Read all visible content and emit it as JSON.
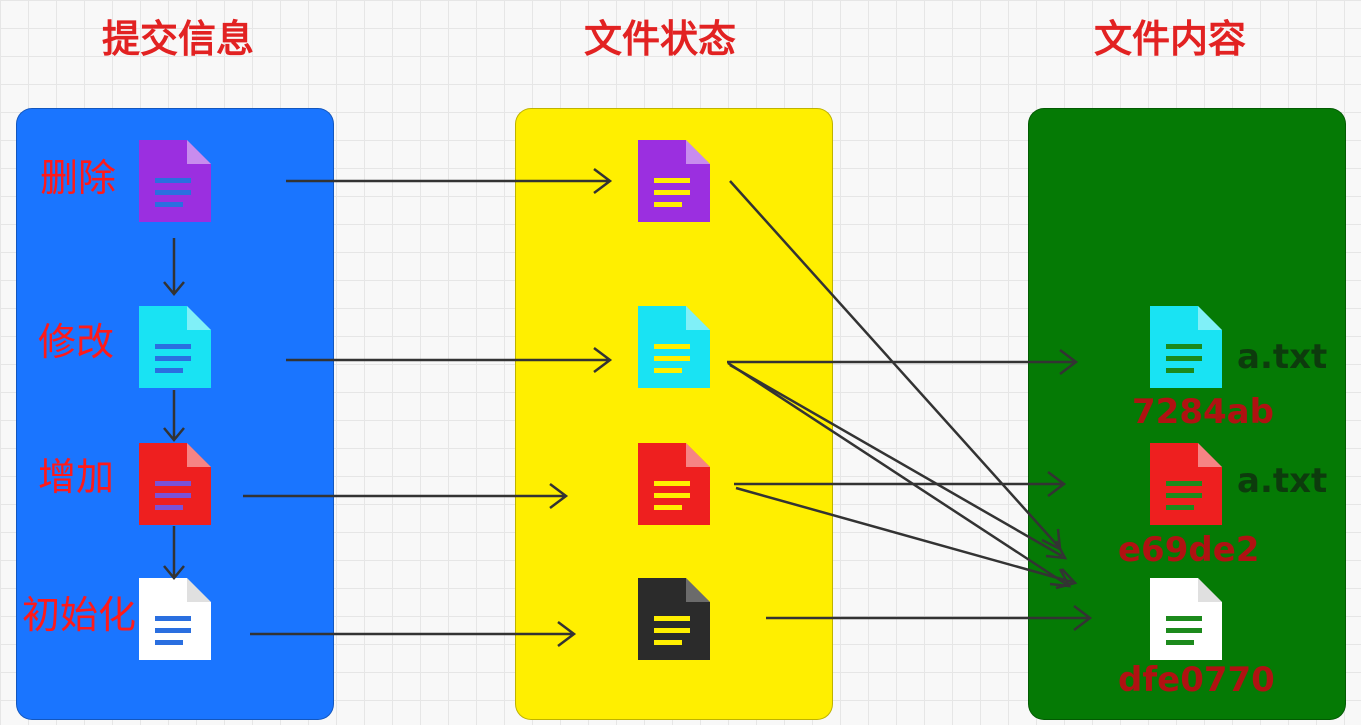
{
  "headers": {
    "commit_info": "提交信息",
    "file_state": "文件状态",
    "file_content": "文件内容"
  },
  "commits": [
    {
      "label": "删除",
      "icon": "file-icon-purple",
      "color": "#9b2fe0"
    },
    {
      "label": "修改",
      "icon": "file-icon-cyan",
      "color": "#19e3f3"
    },
    {
      "label": "增加",
      "icon": "file-icon-red",
      "color": "#ee1f1f"
    },
    {
      "label": "初始化",
      "icon": "file-icon-white",
      "color": "#ffffff"
    }
  ],
  "contents": [
    {
      "name": "a.txt",
      "hash": "7284ab",
      "color": "#19e3f3"
    },
    {
      "name": "a.txt",
      "hash": "e69de2",
      "color": "#ee1f1f"
    },
    {
      "name": "",
      "hash": "dfe0770",
      "color": "#ffffff"
    }
  ],
  "colors": {
    "commit_panel": "#1a75ff",
    "state_panel": "#ffef00",
    "content_panel": "#057a05",
    "heading": "#e22222",
    "arrow": "#333333",
    "commit_lines": "#2a6fe0",
    "state_lines": "#ffef00",
    "content_lines": "#1c8a1c",
    "state_dark_file": "#2b2b2b"
  }
}
